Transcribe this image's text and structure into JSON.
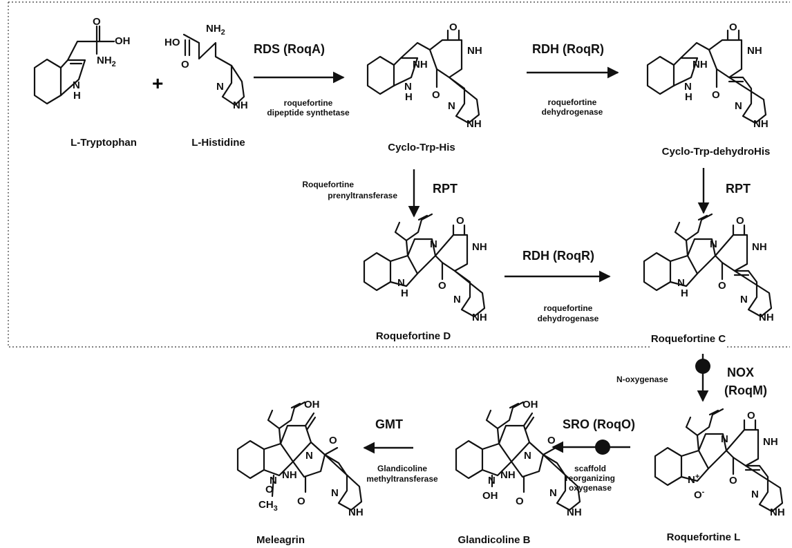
{
  "compounds": {
    "trp": "L-Tryptophan",
    "his": "L-Histidine",
    "cyclo": "Cyclo-Trp-His",
    "cyclo_dh": "Cyclo-Trp-dehydroHis",
    "roqD": "Roquefortine D",
    "roqC": "Roquefortine C",
    "roqL": "Roquefortine L",
    "glandB": "Glandicoline B",
    "meleagrin": "Meleagrin"
  },
  "plus": "+",
  "enzymes": {
    "rds": {
      "label": "RDS (RoqA)",
      "desc1": "roquefortine",
      "desc2": "dipeptide synthetase"
    },
    "rdh1": {
      "label": "RDH (RoqR)",
      "desc1": "roquefortine",
      "desc2": "dehydrogenase"
    },
    "rpt1": {
      "label": "RPT",
      "desc1": "Roquefortine",
      "desc2": "prenyltransferase"
    },
    "rpt2": {
      "label": "RPT"
    },
    "rdh2": {
      "label": "RDH (RoqR)",
      "desc1": "roquefortine",
      "desc2": "dehydrogenase"
    },
    "nox": {
      "label1": "NOX",
      "label2": "(RoqM)",
      "desc": "N-oxygenase"
    },
    "sro": {
      "label": "SRO (RoqO)",
      "desc1": "scaffold",
      "desc2": "reorganizing",
      "desc3": "oxygenase"
    },
    "gmt": {
      "label": "GMT",
      "desc1": "Glandicoline",
      "desc2": "methyltransferase"
    }
  },
  "atom_labels": {
    "O": "O",
    "OH": "OH",
    "NH2": "NH",
    "sub2": "2",
    "HO": "HO",
    "N": "N",
    "NH": "NH",
    "H": "H",
    "Nplus": "N",
    "plus": "+",
    "Ominus": "O",
    "minus": "-",
    "CH3": "CH",
    "sub3": "3",
    "NH_": "NH"
  },
  "colors": {
    "ink": "#111111",
    "frame": "#555555",
    "background": "#ffffff"
  }
}
